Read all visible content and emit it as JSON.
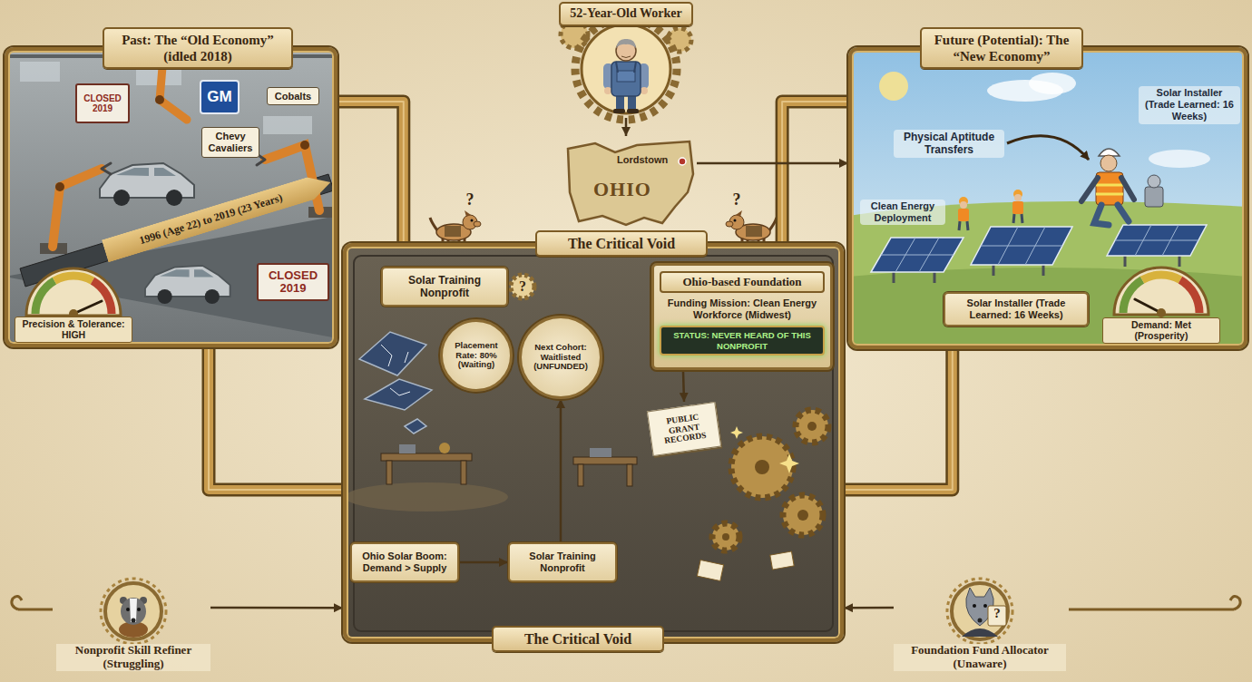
{
  "diagram": {
    "nodes": [
      {
        "text": [
          "Past: The “Old Economy” (idled 2018)"
        ]
      },
      {
        "text": [
          "CLOSED 2019"
        ],
        "in": 0
      },
      {
        "text": [
          "GM"
        ],
        "in": 0
      },
      {
        "text": [
          "Cobalts"
        ],
        "in": 0
      },
      {
        "text": [
          "Chevy Cavaliers"
        ],
        "in": 0
      },
      {
        "text": [
          "1996 (Age 22) to 2019 (23 Years)"
        ],
        "in": 0
      },
      {
        "text": [
          "CLOSED 2019"
        ],
        "in": 0
      },
      {
        "text": [
          "Precision & Tolerance: HIGH"
        ],
        "in": 0
      },
      {
        "text": [
          "52-Year-Old Worker"
        ]
      },
      {
        "text": [
          "OHIO",
          "Lordstown"
        ]
      },
      {
        "text": [
          "Future (Potential): The “New Economy”"
        ]
      },
      {
        "text": [
          "Solar Installer (Trade Learned: 16 Weeks)"
        ],
        "in": 10
      },
      {
        "text": [
          "Demand: Met (Prosperity)"
        ],
        "in": 10
      },
      {
        "text": [
          "The Critical Void",
          "The Critical Void"
        ]
      },
      {
        "text": [
          "Solar Training Nonprofit"
        ],
        "in": 13
      },
      {
        "text": [
          "Placement Rate: 80% (Waiting)"
        ],
        "in": 13
      },
      {
        "text": [
          "Next Cohort: Waitlisted (UNFUNDED)"
        ],
        "in": 13
      },
      {
        "text": [
          "Ohio Solar Boom: Demand > Supply"
        ],
        "in": 13
      },
      {
        "text": [
          "Solar Training Nonprofit"
        ],
        "in": 13
      },
      {
        "text": [
          "Ohio-based Foundation",
          "Funding Mission: Clean Energy Workforce (Midwest)"
        ],
        "in": 13
      },
      {
        "text": [
          "STATUS: NEVER HEARD OF THIS NONPROFIT"
        ],
        "in": 19
      },
      {
        "text": [
          "PUBLIC GRANT RECORDS"
        ],
        "in": 13
      },
      {
        "text": [
          "Nonprofit Skill Refiner (Struggling)"
        ]
      },
      {
        "text": [
          "Foundation Fund Allocator (Unaware)"
        ]
      }
    ],
    "edges": [
      {
        "from": 0,
        "to": 13,
        "arrow": "none"
      },
      {
        "from": 13,
        "to": 10,
        "arrow": "none"
      },
      {
        "from": 0,
        "to": 13,
        "arrow": "none"
      },
      {
        "from": 13,
        "to": 10,
        "arrow": "none"
      },
      {
        "from": 22,
        "to": 13,
        "arrow": "to"
      },
      {
        "from": 23,
        "to": 13,
        "arrow": "to"
      },
      {
        "from": 8,
        "to": 9,
        "arrow": "to"
      },
      {
        "from": 9,
        "to": 10,
        "arrow": "to"
      },
      {
        "from": 17,
        "to": 18,
        "arrow": "to"
      },
      {
        "from": 18,
        "to": 16,
        "arrow": "to"
      },
      {
        "from": 20,
        "to": 21,
        "arrow": "to"
      }
    ],
    "labels": [
      "?",
      "?",
      "?",
      "?",
      "Physical Aptitude Transfers",
      "Solar Installer (Trade Learned: 16 Weeks)",
      "Clean Energy Deployment"
    ]
  }
}
